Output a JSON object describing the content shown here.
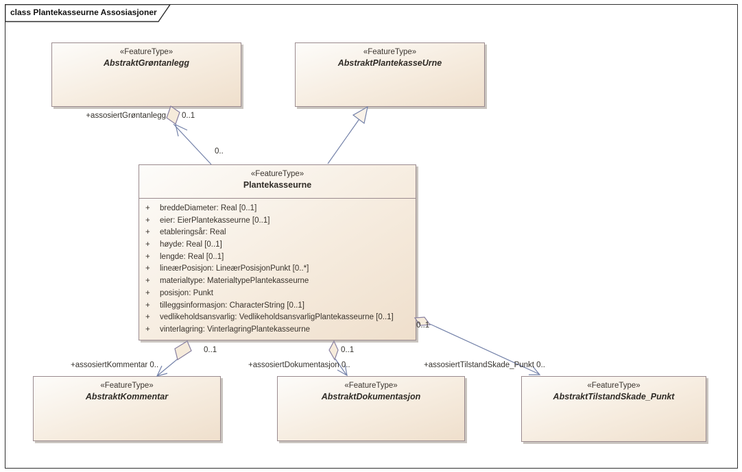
{
  "diagram": {
    "tab_label": "class Plantekasseurne Assosiasjoner"
  },
  "classes": {
    "grontanlegg": {
      "stereotype": "«FeatureType»",
      "name": "AbstraktGrøntanlegg"
    },
    "plantekasse_urne": {
      "stereotype": "«FeatureType»",
      "name": "AbstraktPlantekasseUrne"
    },
    "plantekasseurne": {
      "stereotype": "«FeatureType»",
      "name": "Plantekasseurne",
      "attributes": [
        {
          "vis": "+",
          "text": "breddeDiameter: Real [0..1]"
        },
        {
          "vis": "+",
          "text": "eier: EierPlantekasseurne [0..1]"
        },
        {
          "vis": "+",
          "text": "etableringsår: Real"
        },
        {
          "vis": "+",
          "text": "høyde: Real [0..1]"
        },
        {
          "vis": "+",
          "text": "lengde: Real [0..1]"
        },
        {
          "vis": "+",
          "text": "lineærPosisjon: LineærPosisjonPunkt [0..*]"
        },
        {
          "vis": "+",
          "text": "materialtype: MaterialtypePlantekasseurne"
        },
        {
          "vis": "+",
          "text": "posisjon: Punkt"
        },
        {
          "vis": "+",
          "text": "tilleggsinformasjon: CharacterString [0..1]"
        },
        {
          "vis": "+",
          "text": "vedlikeholdsansvarlig: VedlikeholdsansvarligPlantekasseurne [0..1]"
        },
        {
          "vis": "+",
          "text": "vinterlagring: VinterlagringPlantekasseurne"
        }
      ]
    },
    "kommentar": {
      "stereotype": "«FeatureType»",
      "name": "AbstraktKommentar"
    },
    "dokumentasjon": {
      "stereotype": "«FeatureType»",
      "name": "AbstraktDokumentasjon"
    },
    "tilstandskade": {
      "stereotype": "«FeatureType»",
      "name": "AbstraktTilstandSkade_Punkt"
    }
  },
  "connectors": {
    "grontanlegg": {
      "role": "+assosiertGrøntanlegg",
      "target_multiplicity": "0..1",
      "source_multiplicity": "0.."
    },
    "kommentar": {
      "role_and_multiplicity": "+assosiertKommentar 0..",
      "aggregate_multiplicity": "0..1"
    },
    "dokumentasjon": {
      "role_and_multiplicity": "+assosiertDokumentasjon 0..",
      "aggregate_multiplicity": "0..1"
    },
    "tilstandskade": {
      "role_and_multiplicity": "+assosiertTilstandSkade_Punkt 0..",
      "aggregate_multiplicity": "0..1"
    }
  },
  "colors": {
    "box_fill_light": "#fdfcfa",
    "box_fill_dark": "#efdfcc",
    "box_border": "#9a8a8e",
    "connector_line": "#7280a8",
    "diamond_fill": "#f6ebdb",
    "shadow": "#c9c4bf",
    "frame_border": "#2f2f2f",
    "text": "#33302b"
  }
}
